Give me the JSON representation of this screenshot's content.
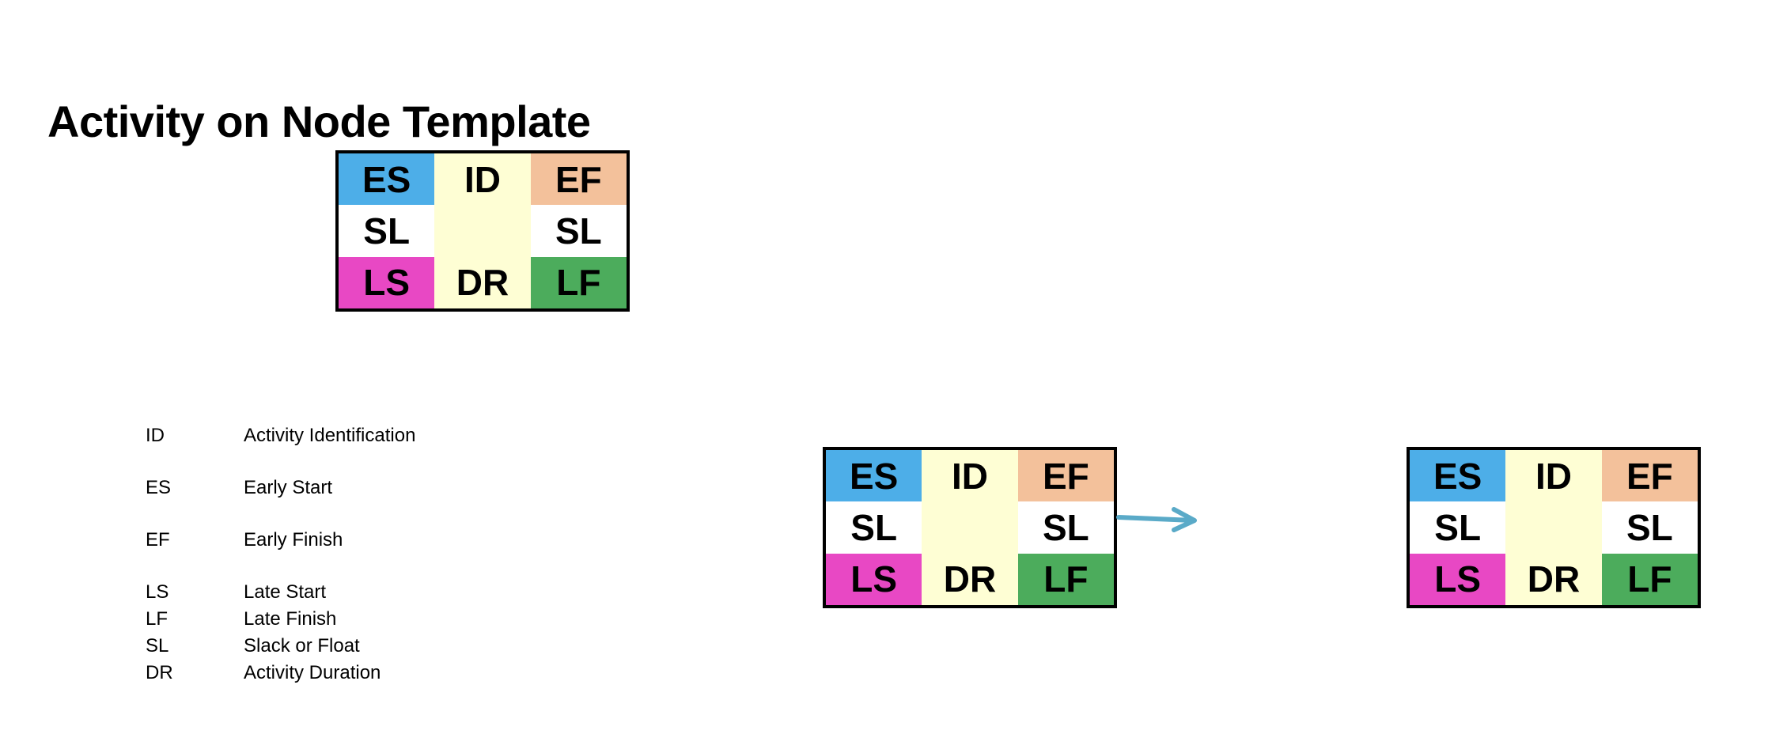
{
  "title": "Activity on Node Template",
  "node": {
    "es": "ES",
    "id": "ID",
    "ef": "EF",
    "sl_left": "SL",
    "sl_right": "SL",
    "ls": "LS",
    "dr": "DR",
    "lf": "LF"
  },
  "colors": {
    "es": "#4daee8",
    "ef": "#f3c19b",
    "ls": "#e848c4",
    "lf": "#4cac5c",
    "middle": "#fefed4",
    "arrow": "#5aaac8"
  },
  "legend": [
    {
      "abbr": "ID",
      "desc": "Activity Identification"
    },
    {
      "abbr": "ES",
      "desc": "Early Start"
    },
    {
      "abbr": "EF",
      "desc": "Early Finish"
    },
    {
      "abbr": "LS",
      "desc": "Late Start"
    },
    {
      "abbr": "LF",
      "desc": "Late Finish"
    },
    {
      "abbr": "SL",
      "desc": "Slack or Float"
    },
    {
      "abbr": "DR",
      "desc": "Activity Duration"
    }
  ]
}
